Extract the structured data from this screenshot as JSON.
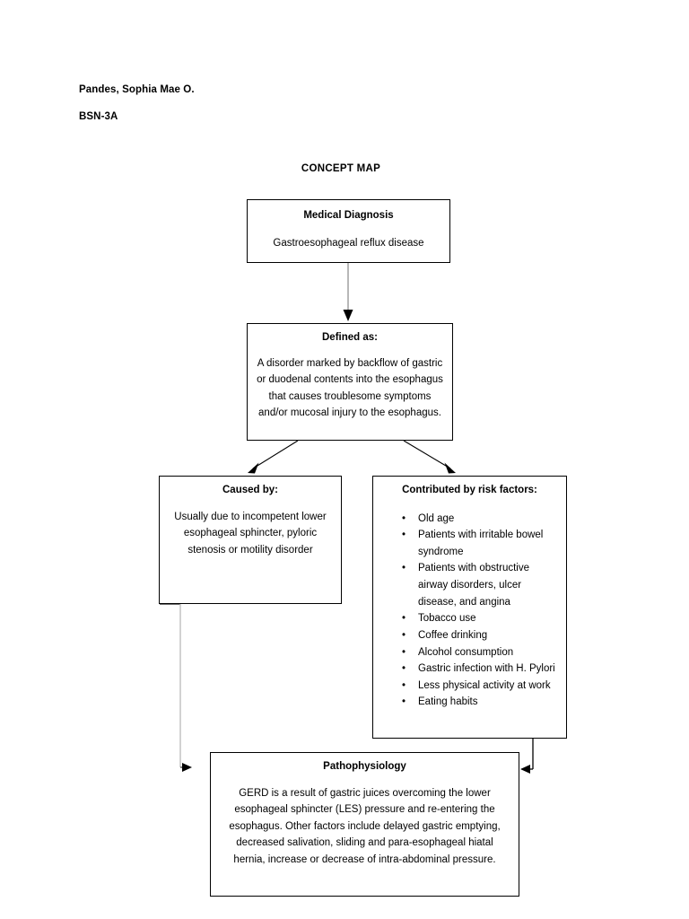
{
  "header": {
    "student_name": "Pandes, Sophia Mae O.",
    "section": "BSN-3A"
  },
  "title": "CONCEPT MAP",
  "nodes": {
    "diagnosis": {
      "heading": "Medical Diagnosis",
      "text": "Gastroesophageal reflux disease"
    },
    "defined": {
      "heading": "Defined as:",
      "text": "A disorder marked by backflow of gastric or duodenal contents into the esophagus that causes troublesome symptoms and/or mucosal injury to the esophagus."
    },
    "caused": {
      "heading": "Caused by:",
      "text": "Usually due to incompetent lower esophageal sphincter, pyloric stenosis or motility disorder"
    },
    "risk": {
      "heading": "Contributed by risk factors:",
      "bullet_glyph": "•",
      "items": [
        "Old age",
        "Patients with irritable bowel syndrome",
        "Patients with obstructive airway disorders, ulcer disease, and angina",
        "Tobacco use",
        "Coffee drinking",
        "Alcohol consumption",
        "Gastric infection with H. Pylori",
        "Less physical activity at work",
        "Eating habits"
      ]
    },
    "pathophysiology": {
      "heading": "Pathophysiology",
      "text": "GERD is a result of gastric juices overcoming the lower esophageal sphincter (LES) pressure and re-entering the esophagus. Other factors include delayed gastric emptying, decreased salivation, sliding and para-esophageal hiatal hernia, increase or decrease of intra-abdominal pressure."
    }
  },
  "colors": {
    "page_background": "#ffffff",
    "text": "#000000",
    "box_border": "#000000",
    "arrow_line_gray": "#a6a6a6",
    "arrow_line_dark": "#595959",
    "arrow_head": "#000000"
  }
}
